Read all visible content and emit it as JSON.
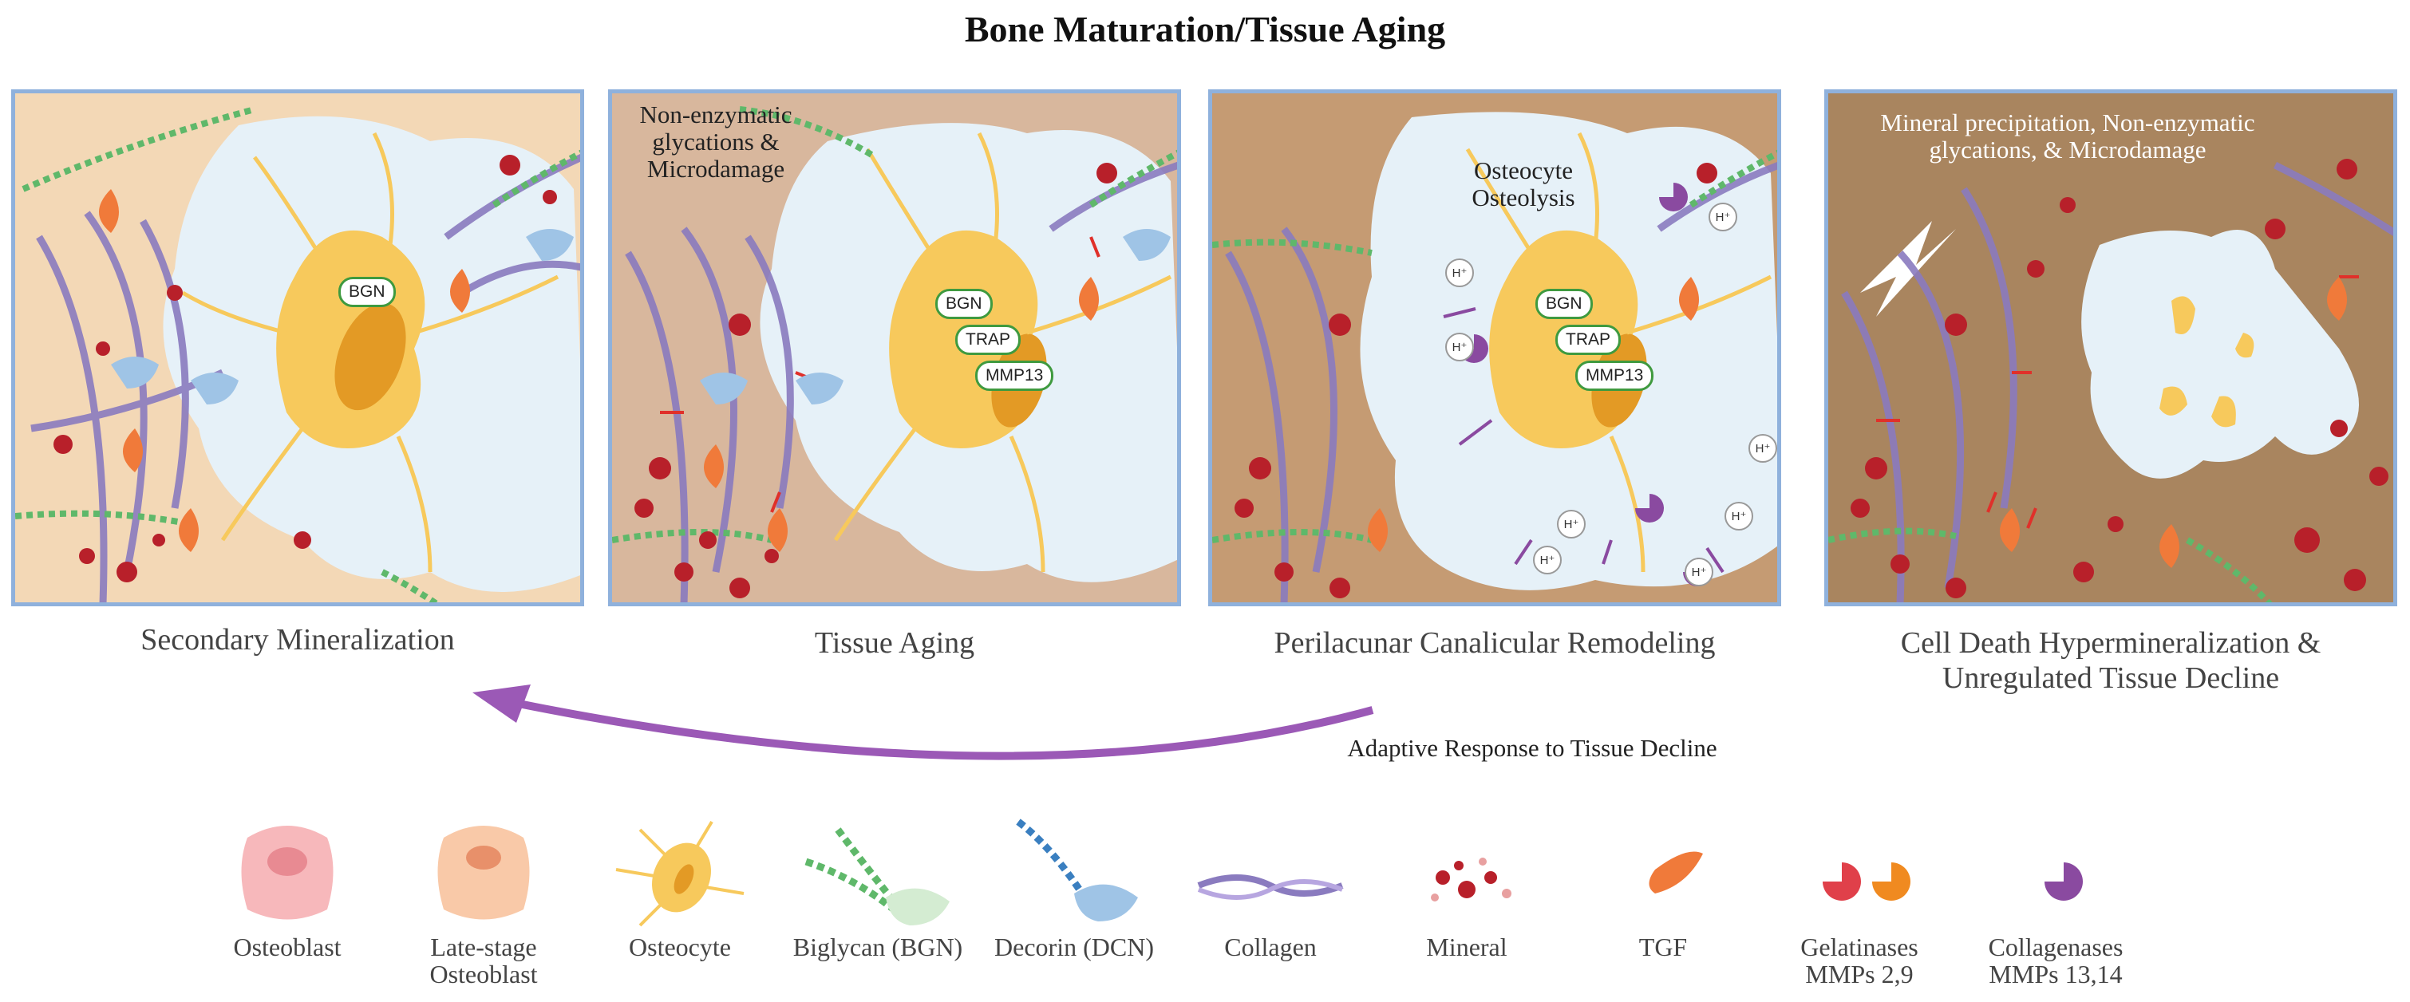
{
  "title": "Bone Maturation/Tissue Aging",
  "panels": [
    {
      "label": "Secondary Mineralization",
      "tags": [
        "BGN"
      ]
    },
    {
      "label": "Tissue Aging",
      "note": "Non-enzymatic glycations & Microdamage",
      "tags": [
        "BGN",
        "TRAP",
        "MMP13"
      ]
    },
    {
      "label": "Perilacunar Canalicular Remodeling",
      "note": "Osteocyte Osteolysis",
      "tags": [
        "BGN",
        "TRAP",
        "MMP13"
      ],
      "ion": "H⁺"
    },
    {
      "label": "Cell Death Hypermineralization & Unregulated Tissue Decline",
      "note": "Mineral precipitation, Non-enzymatic glycations, & Microdamage"
    }
  ],
  "adaptive_label": "Adaptive Response to Tissue Decline",
  "legend": [
    {
      "label": "Osteoblast",
      "icon": "osteoblast-icon"
    },
    {
      "label": "Late-stage Osteoblast",
      "icon": "late-osteoblast-icon"
    },
    {
      "label": "Osteocyte",
      "icon": "osteocyte-icon"
    },
    {
      "label": "Biglycan (BGN)",
      "icon": "biglycan-icon"
    },
    {
      "label": "Decorin (DCN)",
      "icon": "decorin-icon"
    },
    {
      "label": "Collagen",
      "icon": "collagen-icon"
    },
    {
      "label": "Mineral",
      "icon": "mineral-icon"
    },
    {
      "label": "TGF",
      "icon": "tgf-icon"
    },
    {
      "label": "Gelatinases MMPs 2,9",
      "icon": "gelatinase-icon"
    },
    {
      "label": "Collagenases MMPs 13,14",
      "icon": "collagenase-icon"
    }
  ],
  "colors": {
    "panel_border": "#8fb1dc",
    "bg_secondary": "#f3d8b6",
    "bg_aging": "#d8b79d",
    "bg_remodeling": "#c59b73",
    "bg_decline": "#a9855f",
    "lacuna": "#e6f1f8",
    "osteocyte": "#f7c95c",
    "nucleus": "#e39a25",
    "collagen": "#8a7bbf",
    "mineral": "#b8202a",
    "biglycan": "#5fb86a",
    "decorin": "#3a7fc0",
    "tgf": "#f07a3a",
    "collagenase": "#8a4aa0",
    "arrow": "#9b59b6"
  }
}
